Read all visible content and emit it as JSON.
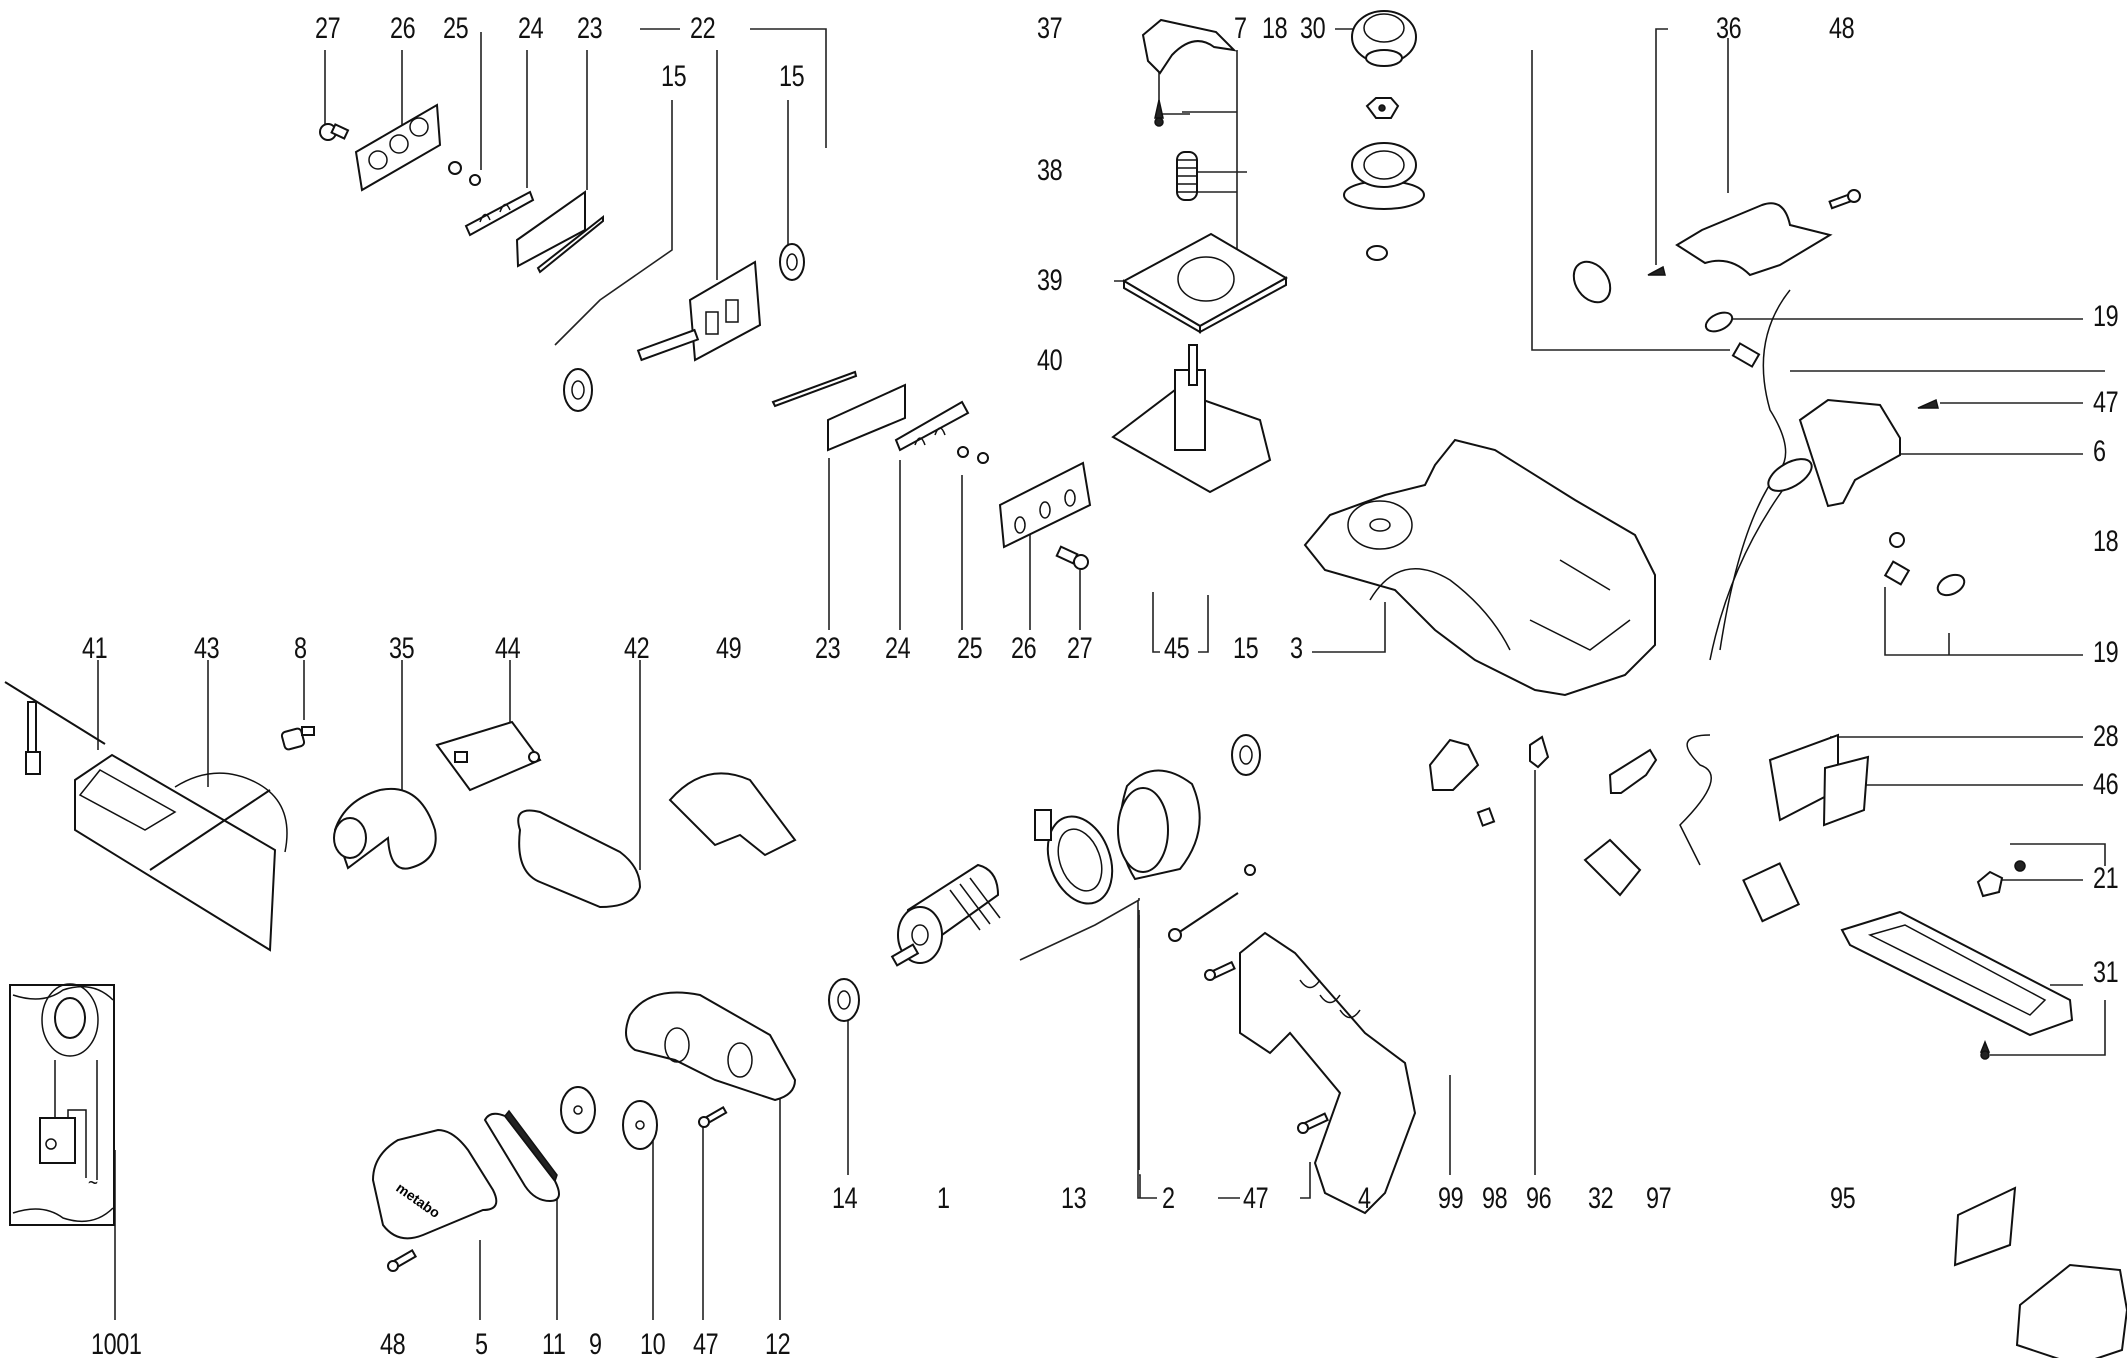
{
  "diagram": {
    "title": "Exploded parts diagram - cordless planer",
    "brand_text": "metabo",
    "schematic_symbol": "~",
    "labels": [
      {
        "id": "lbl-27a",
        "text": "27"
      },
      {
        "id": "lbl-26a",
        "text": "26"
      },
      {
        "id": "lbl-25a",
        "text": "25"
      },
      {
        "id": "lbl-24a",
        "text": "24"
      },
      {
        "id": "lbl-23a",
        "text": "23"
      },
      {
        "id": "lbl-22",
        "text": "22"
      },
      {
        "id": "lbl-15a",
        "text": "15"
      },
      {
        "id": "lbl-15b",
        "text": "15"
      },
      {
        "id": "lbl-37",
        "text": "37"
      },
      {
        "id": "lbl-38",
        "text": "38"
      },
      {
        "id": "lbl-39",
        "text": "39"
      },
      {
        "id": "lbl-40",
        "text": "40"
      },
      {
        "id": "lbl-7",
        "text": "7"
      },
      {
        "id": "lbl-18a",
        "text": "18"
      },
      {
        "id": "lbl-30",
        "text": "30"
      },
      {
        "id": "lbl-36",
        "text": "36"
      },
      {
        "id": "lbl-48a",
        "text": "48"
      },
      {
        "id": "lbl-19a",
        "text": "19"
      },
      {
        "id": "lbl-47a",
        "text": "47"
      },
      {
        "id": "lbl-6",
        "text": "6"
      },
      {
        "id": "lbl-18b",
        "text": "18"
      },
      {
        "id": "lbl-19b",
        "text": "19"
      },
      {
        "id": "lbl-23b",
        "text": "23"
      },
      {
        "id": "lbl-24b",
        "text": "24"
      },
      {
        "id": "lbl-25b",
        "text": "25"
      },
      {
        "id": "lbl-26b",
        "text": "26"
      },
      {
        "id": "lbl-27b",
        "text": "27"
      },
      {
        "id": "lbl-45",
        "text": "45"
      },
      {
        "id": "lbl-15c",
        "text": "15"
      },
      {
        "id": "lbl-3",
        "text": "3"
      },
      {
        "id": "lbl-41",
        "text": "41"
      },
      {
        "id": "lbl-43",
        "text": "43"
      },
      {
        "id": "lbl-8",
        "text": "8"
      },
      {
        "id": "lbl-35",
        "text": "35"
      },
      {
        "id": "lbl-44",
        "text": "44"
      },
      {
        "id": "lbl-42",
        "text": "42"
      },
      {
        "id": "lbl-49",
        "text": "49"
      },
      {
        "id": "lbl-28",
        "text": "28"
      },
      {
        "id": "lbl-46",
        "text": "46"
      },
      {
        "id": "lbl-21",
        "text": "21"
      },
      {
        "id": "lbl-31",
        "text": "31"
      },
      {
        "id": "lbl-14",
        "text": "14"
      },
      {
        "id": "lbl-1",
        "text": "1"
      },
      {
        "id": "lbl-13",
        "text": "13"
      },
      {
        "id": "lbl-2",
        "text": "2"
      },
      {
        "id": "lbl-47b",
        "text": "47"
      },
      {
        "id": "lbl-4",
        "text": "4"
      },
      {
        "id": "lbl-99",
        "text": "99"
      },
      {
        "id": "lbl-98",
        "text": "98"
      },
      {
        "id": "lbl-96",
        "text": "96"
      },
      {
        "id": "lbl-32",
        "text": "32"
      },
      {
        "id": "lbl-97",
        "text": "97"
      },
      {
        "id": "lbl-95",
        "text": "95"
      },
      {
        "id": "lbl-1001",
        "text": "1001"
      },
      {
        "id": "lbl-48b",
        "text": "48"
      },
      {
        "id": "lbl-5",
        "text": "5"
      },
      {
        "id": "lbl-11",
        "text": "11"
      },
      {
        "id": "lbl-9",
        "text": "9"
      },
      {
        "id": "lbl-10",
        "text": "10"
      },
      {
        "id": "lbl-47c",
        "text": "47"
      },
      {
        "id": "lbl-12",
        "text": "12"
      }
    ]
  }
}
